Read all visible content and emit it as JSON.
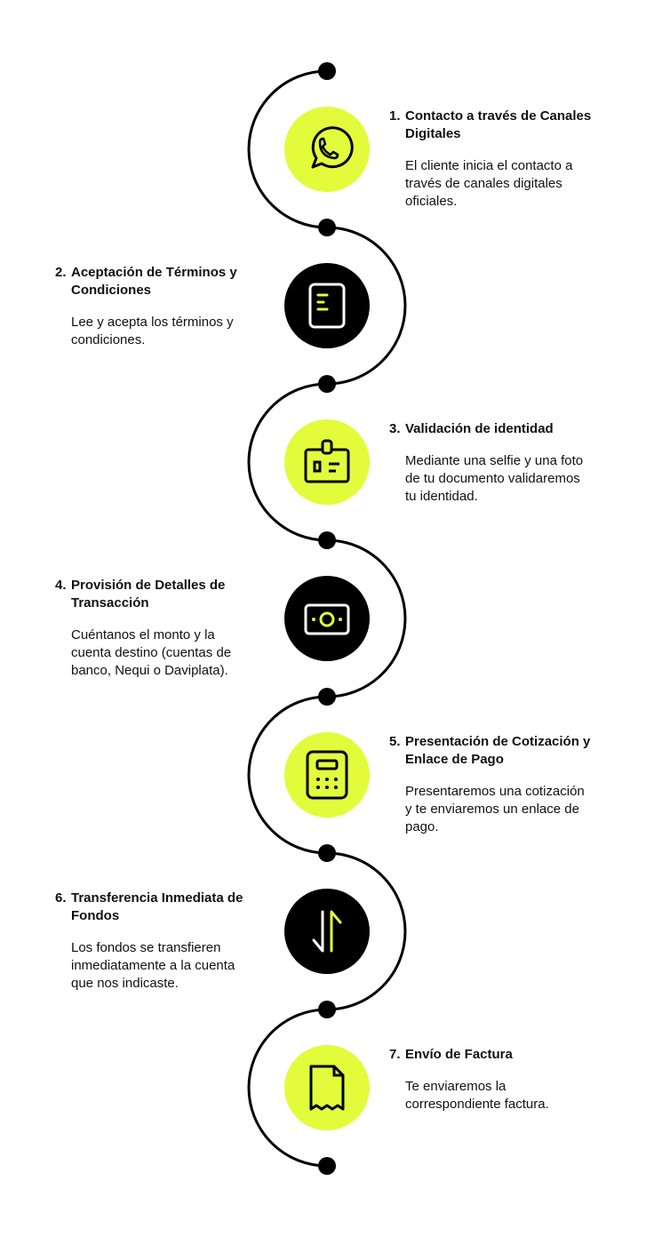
{
  "colors": {
    "accent": "#e2fc3c",
    "dark": "#000000"
  },
  "steps": [
    {
      "number": "1.",
      "title": "Contacto a través de Canales Digitales",
      "body": "El cliente inicia el contacto a través de canales digitales oficiales.",
      "icon": "whatsapp-icon",
      "style": "accent"
    },
    {
      "number": "2.",
      "title": "Aceptación de Términos y Condiciones",
      "body": "Lee y acepta los términos y condiciones.",
      "icon": "document-icon",
      "style": "dark"
    },
    {
      "number": "3.",
      "title": "Validación de identidad",
      "body": "Mediante una selfie y una foto de tu documento validaremos tu identidad.",
      "icon": "id-badge-icon",
      "style": "accent"
    },
    {
      "number": "4.",
      "title": "Provisión de Detalles de Transacción",
      "body": "Cuéntanos el monto y la cuenta destino (cuentas de banco, Nequi o Daviplata).",
      "icon": "banknote-icon",
      "style": "dark"
    },
    {
      "number": "5.",
      "title": "Presentación de Cotización y Enlace de Pago",
      "body": "Presentaremos una cotización y te enviaremos un enlace de pago.",
      "icon": "calculator-icon",
      "style": "accent"
    },
    {
      "number": "6.",
      "title": "Transferencia Inmediata de Fondos",
      "body": "Los fondos se transfieren inmediatamente a la cuenta que nos indicaste.",
      "icon": "transfer-arrows-icon",
      "style": "dark"
    },
    {
      "number": "7.",
      "title": "Envío de Factura",
      "body": "Te enviaremos la correspondiente factura.",
      "icon": "receipt-icon",
      "style": "accent"
    }
  ]
}
